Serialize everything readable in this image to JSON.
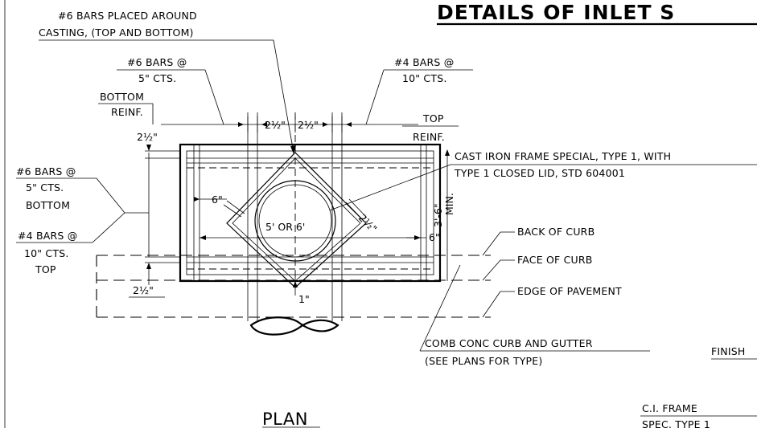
{
  "title": "DETAILS OF INLET S",
  "view_title": "PLAN",
  "callouts": {
    "casting_bars_l1": "#6 BARS PLACED AROUND",
    "casting_bars_l2": "CASTING, (TOP AND BOTTOM)",
    "bars6_top_l1": "#6 BARS @",
    "bars6_top_l2": "5\" CTS.",
    "bars4_top_l1": "#4 BARS @",
    "bars4_top_l2": "10\" CTS.",
    "bottom_reinf_l1": "BOTTOM",
    "bottom_reinf_l2": "REINF.",
    "top_reinf_l1": "TOP",
    "top_reinf_l2": "REINF.",
    "bars6_left_l1": "#6 BARS @",
    "bars6_left_l2": "5\" CTS.",
    "bars6_left_l3": "BOTTOM",
    "bars4_left_l1": "#4 BARS @",
    "bars4_left_l2": "10\" CTS.",
    "bars4_left_l3": "TOP",
    "frame_l1": "CAST IRON FRAME SPECIAL, TYPE 1, WITH",
    "frame_l2": "TYPE 1 CLOSED LID, STD 604001",
    "back_of_curb": "BACK OF CURB",
    "face_of_curb": "FACE OF CURB",
    "edge_of_pavement": "EDGE OF PAVEMENT",
    "comb_curb_l1": "COMB CONC CURB AND GUTTER",
    "comb_curb_l2": "(SEE PLANS FOR TYPE)",
    "finish": "FINISH",
    "ci_frame_l1": "C.I. FRAME",
    "ci_frame_l2": "SPEC. TYPE 1"
  },
  "dimensions": {
    "two_half_left": "2½\"",
    "two_half_top_a": "2½\"",
    "two_half_top_b": "2½\"",
    "two_half_diag": "2½\"",
    "two_half_bottom": "2½\"",
    "six_left": "6\"",
    "six_right": "6\"",
    "opening": "5' OR 6'",
    "min_depth": "3'-6\"",
    "min_label": "MIN.",
    "one_inch": "1\""
  }
}
